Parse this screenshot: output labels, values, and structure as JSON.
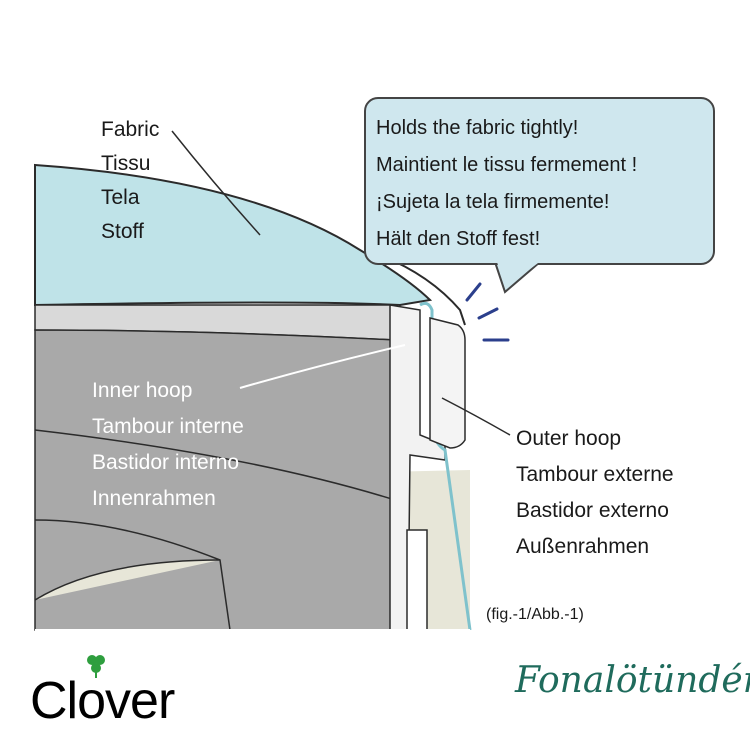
{
  "fabric_labels": [
    "Fabric",
    "Tissu",
    "Tela",
    "Stoff"
  ],
  "bubble_lines": [
    "Holds the fabric tightly!",
    "Maintient le tissu fermement !",
    "¡Sujeta la tela firmemente!",
    "Hält den Stoff fest!"
  ],
  "inner_hoop_labels": [
    "Inner hoop",
    "Tambour interne",
    "Bastidor interno",
    "Innenrahmen"
  ],
  "outer_hoop_labels": [
    "Outer hoop",
    "Tambour externe",
    "Bastidor externo",
    "Außenrahmen"
  ],
  "figure_caption": "(fig.-1/Abb.-1)",
  "logos": {
    "left": "Clover",
    "right": "Fonalötündér"
  },
  "colors": {
    "fabric": "#bfe3e8",
    "inner_hoop_shade": "#a9a9a9",
    "inner_band": "#d9d9d9",
    "beige": "#e7e6d8",
    "bubble": "#cfe7ee",
    "clover_green": "#2e9e3e",
    "fonal_teal": "#1f6b5c",
    "accent_marks": "#2b3f8c"
  }
}
